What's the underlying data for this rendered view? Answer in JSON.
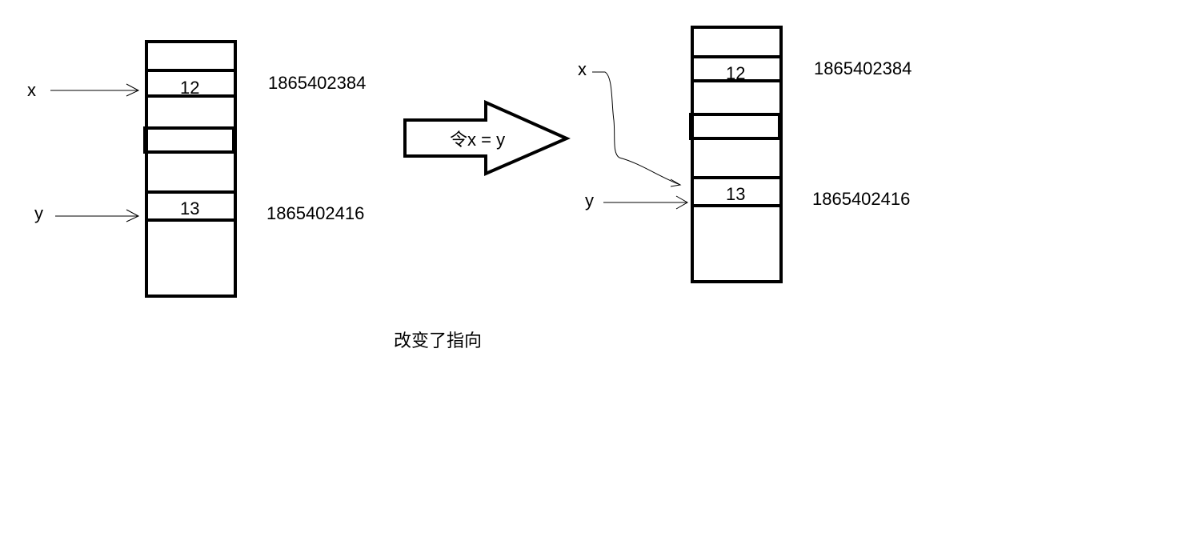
{
  "before": {
    "x_label": "x",
    "y_label": "y",
    "x_value": "12",
    "y_value": "13",
    "x_address": "1865402384",
    "y_address": "1865402416"
  },
  "operation": {
    "arrow_label": "令x = y"
  },
  "after": {
    "x_label": "x",
    "y_label": "y",
    "x_value": "12",
    "y_value": "13",
    "x_address": "1865402384",
    "y_address": "1865402416"
  },
  "caption": "改变了指向"
}
